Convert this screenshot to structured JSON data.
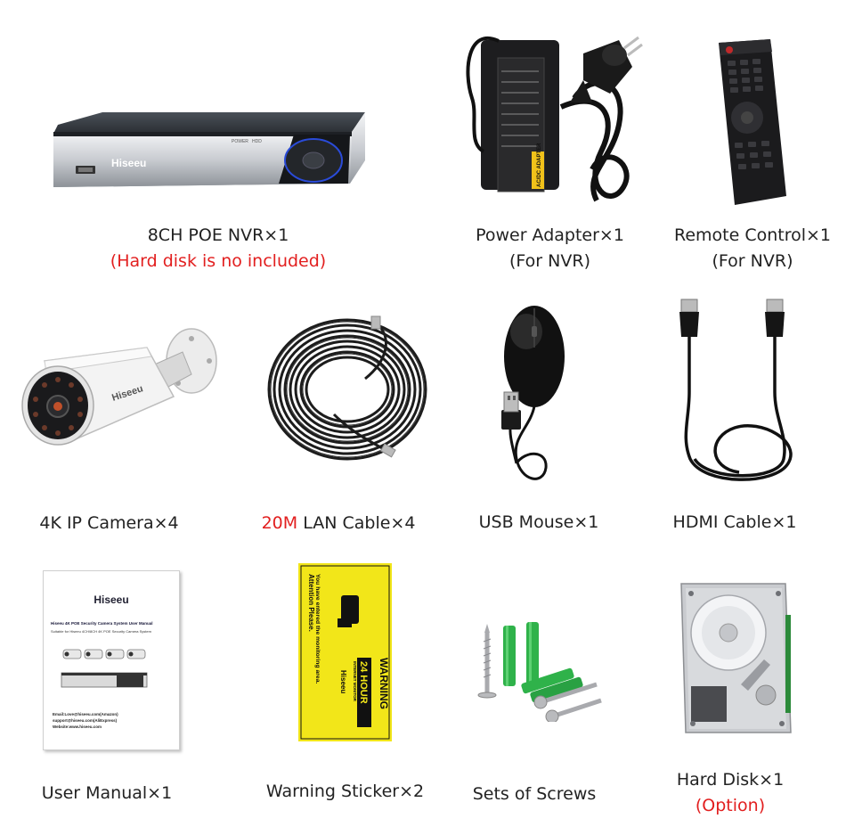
{
  "items": {
    "nvr": {
      "caption_line1": "8CH POE NVR×1",
      "caption_line2": "(Hard disk is no included)",
      "brand": "Hiseeu",
      "panel_labels": [
        "POWER",
        "HDD"
      ]
    },
    "adapter": {
      "caption_line1": "Power Adapter×1",
      "caption_line2": "(For NVR)",
      "label_text": "AC/DC ADAPTER"
    },
    "remote": {
      "caption_line1": "Remote Control×1",
      "caption_line2": "(For NVR)"
    },
    "camera": {
      "caption": "4K IP Camera×4",
      "brand": "Hiseeu"
    },
    "lan": {
      "caption_highlight": "20M",
      "caption_rest": " LAN Cable×4"
    },
    "mouse": {
      "caption": "USB Mouse×1"
    },
    "hdmi": {
      "caption": "HDMI Cable×1"
    },
    "manual": {
      "caption": "User Manual×1",
      "brand": "Hiseeu",
      "title": "Hiseeu 4K POE Security Camera System User Manual",
      "subtitle": "Suitable for Hiseeu 4CH/8CH 4K POE Security Camera System",
      "contact1": "Email:Love@hiseeu.com(Amazon)",
      "contact2": "support@hiseeu.com(AliExpress)",
      "contact3": "Website:www.hiseeu.com"
    },
    "sticker": {
      "caption": "Warning Sticker×2",
      "text_attention": "Attention Please.",
      "text_entered": "You have entered the monitoring area.",
      "text_warning": "WARNING",
      "text_hour": "24 HOUR",
      "text_monitor": "INTERNET MONITOR",
      "brand": "Hiseeu"
    },
    "screws": {
      "caption": "Sets of Screws"
    },
    "disk": {
      "caption_line1": "Hard Disk×1",
      "caption_line2": "(Option)"
    }
  },
  "colors": {
    "caption_text": "#222222",
    "highlight_red": "#e21f1f",
    "sticker_yellow": "#f2e619",
    "anchor_green": "#2fb24a"
  }
}
